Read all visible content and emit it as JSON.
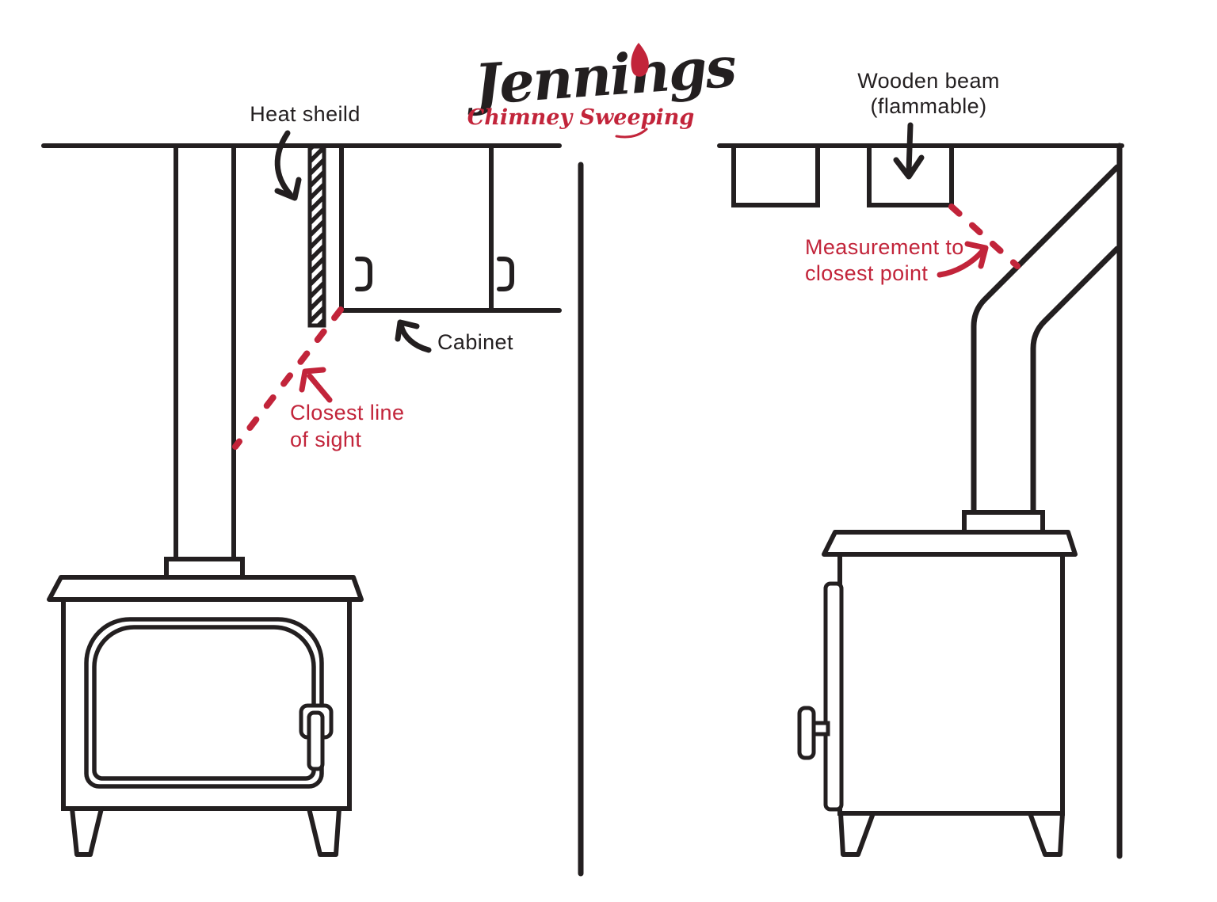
{
  "palette": {
    "ink": "#231f20",
    "red": "#c2243a",
    "paper": "#ffffff"
  },
  "logo": {
    "brand": "Jennings",
    "tagline": "Chimney Sweeping"
  },
  "left_diagram": {
    "labels": {
      "heat_shield": "Heat sheild",
      "cabinet": "Cabinet",
      "line_of_sight": {
        "lines": [
          "Closest line",
          "of sight"
        ]
      }
    },
    "elements": [
      "ceiling",
      "flue-pipe",
      "heat-shield",
      "wall-cabinet",
      "closest-line-of-sight-dashed-line",
      "wood-stove"
    ]
  },
  "right_diagram": {
    "labels": {
      "wooden_beam": {
        "lines": [
          "Wooden beam",
          "(flammable)"
        ]
      },
      "measurement": {
        "lines": [
          "Measurement to",
          "closest point"
        ]
      }
    },
    "elements": [
      "ceiling",
      "wooden-beams",
      "right-wall",
      "angled-flue-pipe",
      "measurement-dashed-line",
      "wood-stove"
    ]
  }
}
